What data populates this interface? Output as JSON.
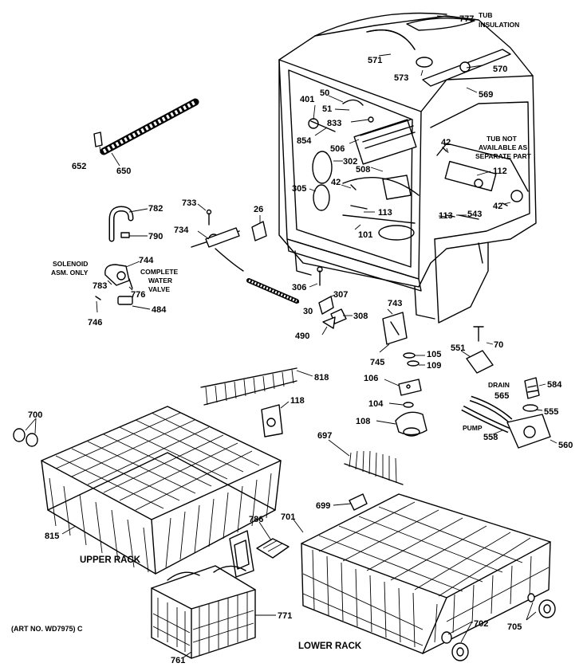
{
  "notes": {
    "tub_insulation": [
      "TUB",
      "INSULATION"
    ],
    "tub_not_available": [
      "TUB NOT",
      "AVAILABLE AS",
      "SEPARATE PART"
    ],
    "solenoid": [
      "SOLENOID",
      "ASM. ONLY"
    ],
    "complete_water_valve": [
      "COMPLETE",
      "WATER",
      "VALVE"
    ],
    "drain": "DRAIN",
    "pump": "PUMP"
  },
  "section_labels": {
    "upper_rack": "UPPER RACK",
    "lower_rack": "LOWER RACK"
  },
  "art_number": "(ART NO. WD7975) C",
  "callouts": {
    "c777": "777",
    "c571": "571",
    "c573": "573",
    "c570": "570",
    "c569": "569",
    "c50": "50",
    "c401": "401",
    "c51": "51",
    "c833": "833",
    "c854": "854",
    "c506": "506",
    "c302": "302",
    "c508": "508",
    "c305": "305",
    "c42a": "42",
    "c42b": "42",
    "c42c": "42",
    "c112": "112",
    "c113a": "113",
    "c113b": "113",
    "c543": "543",
    "c101": "101",
    "c652": "652",
    "c650": "650",
    "c782": "782",
    "c790": "790",
    "c733": "733",
    "c734": "734",
    "c26": "26",
    "c744": "744",
    "c783": "783",
    "c776": "776",
    "c484": "484",
    "c746": "746",
    "c306": "306",
    "c307": "307",
    "c30": "30",
    "c308": "308",
    "c490": "490",
    "c743": "743",
    "c745": "745",
    "c70": "70",
    "c551": "551",
    "c105": "105",
    "c109": "109",
    "c106": "106",
    "c104": "104",
    "c108": "108",
    "c584": "584",
    "c565": "565",
    "c555": "555",
    "c558": "558",
    "c560": "560",
    "c818": "818",
    "c118": "118",
    "c700": "700",
    "c697": "697",
    "c815": "815",
    "c699": "699",
    "c786": "786",
    "c701": "701",
    "c771": "771",
    "c761": "761",
    "c702": "702",
    "c705": "705"
  }
}
